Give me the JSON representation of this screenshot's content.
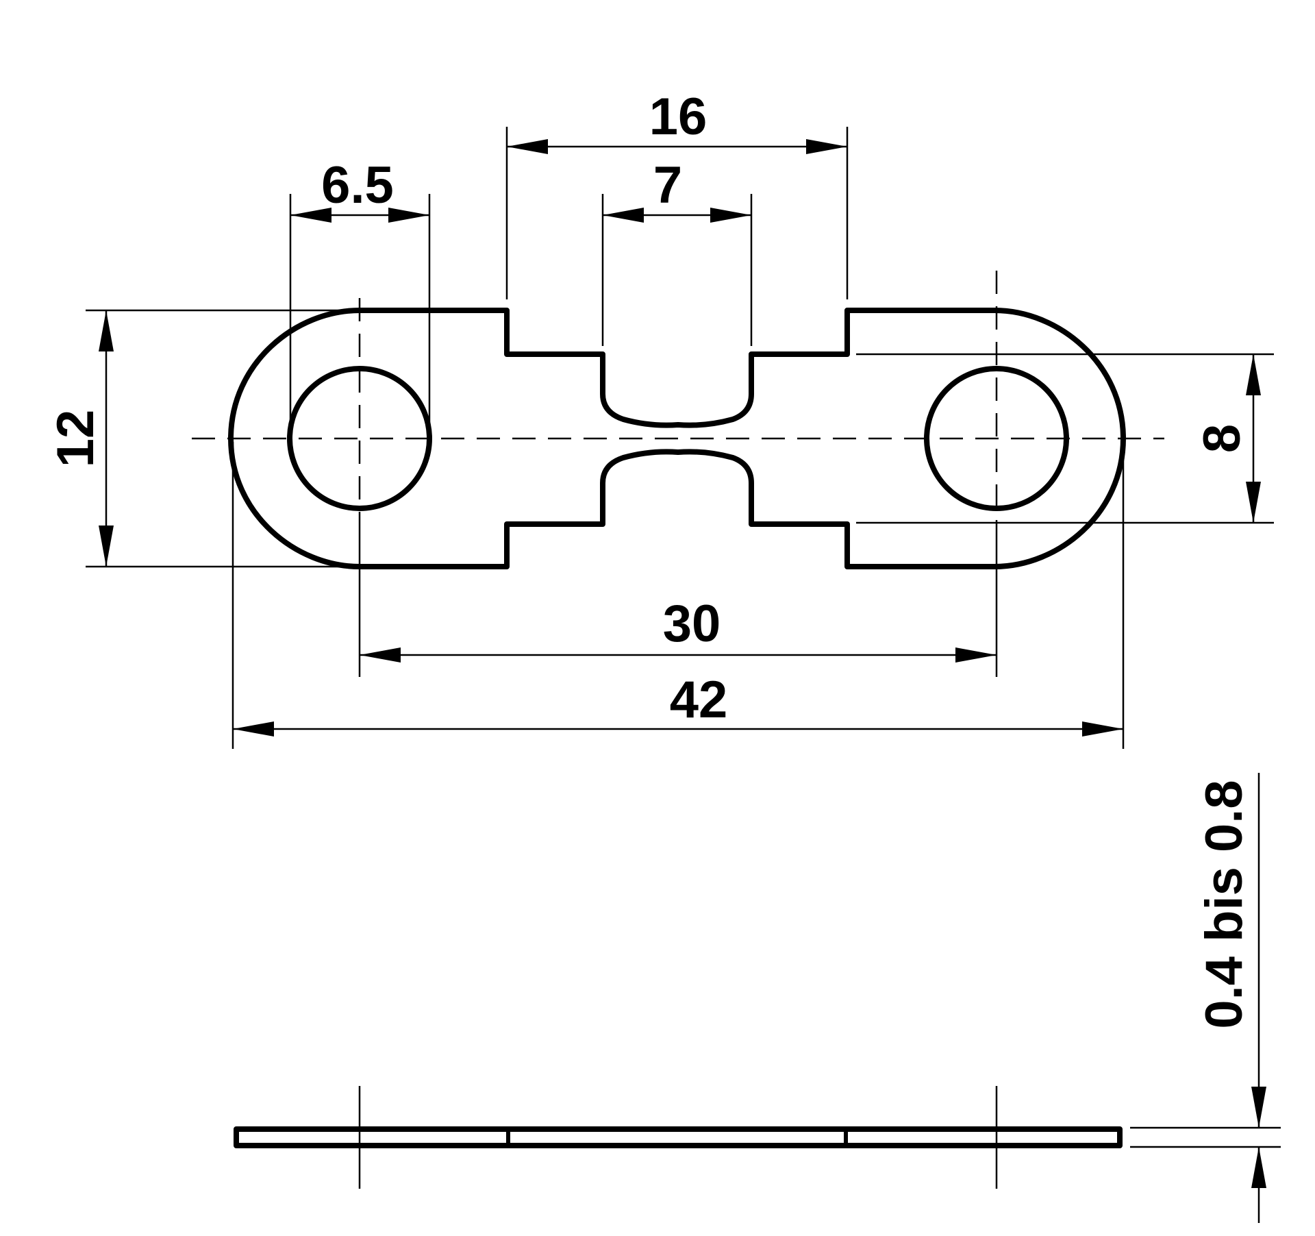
{
  "dimensions": {
    "d16": "16",
    "d7": "7",
    "d6_5": "6.5",
    "d12": "12",
    "d8": "8",
    "d30": "30",
    "d42": "42",
    "thickness": "0.4 bis 0.8"
  }
}
